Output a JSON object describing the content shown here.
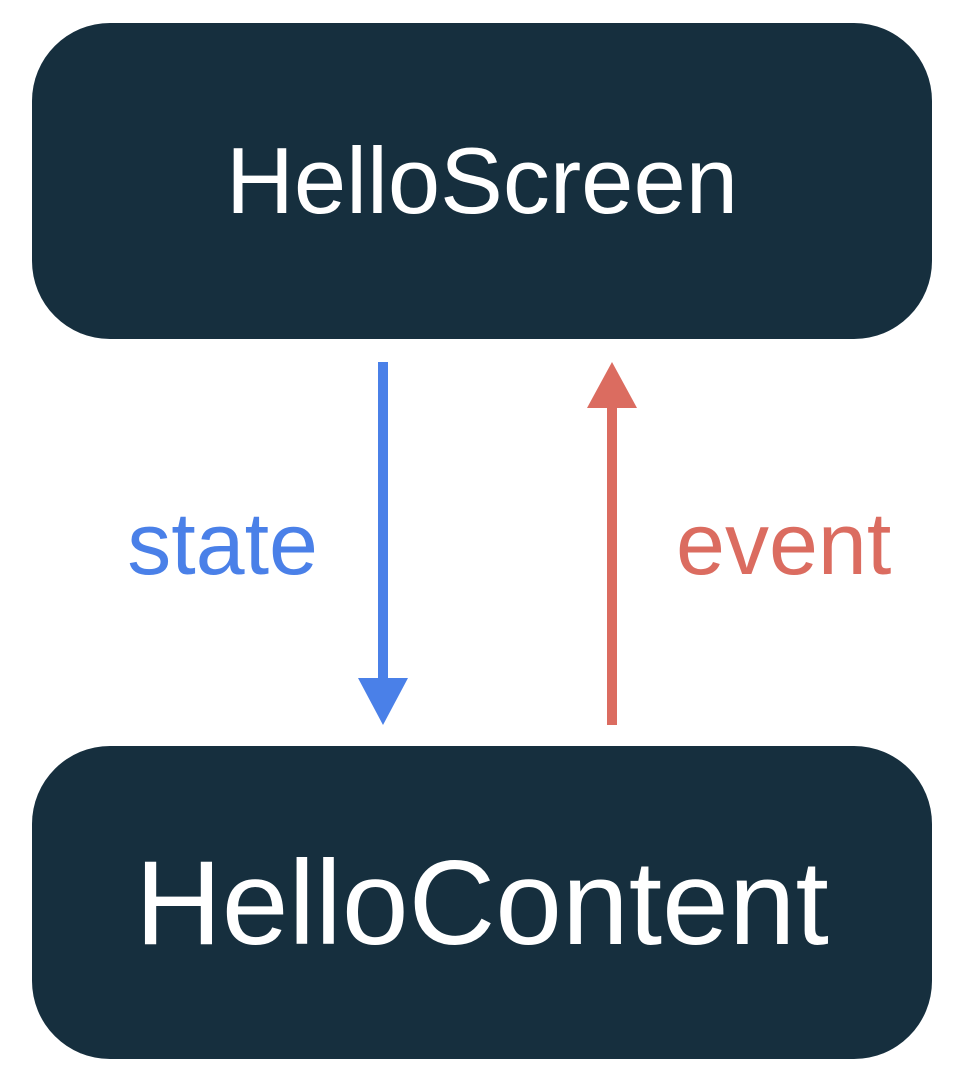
{
  "diagram": {
    "type": "unidirectional-data-flow",
    "nodes": [
      {
        "id": "hello-screen",
        "label": "HelloScreen"
      },
      {
        "id": "hello-content",
        "label": "HelloContent"
      }
    ],
    "edges": [
      {
        "label": "state",
        "from": "hello-screen",
        "to": "hello-content",
        "direction": "down",
        "color": "#4A80E8"
      },
      {
        "label": "event",
        "from": "hello-content",
        "to": "hello-screen",
        "direction": "up",
        "color": "#DB6C60"
      }
    ]
  },
  "colors": {
    "box-bg": "#162F3E",
    "box-text": "#FFFFFF",
    "state-color": "#4A80E8",
    "event-color": "#DB6C60",
    "canvas-bg": "#FFFFFF"
  }
}
